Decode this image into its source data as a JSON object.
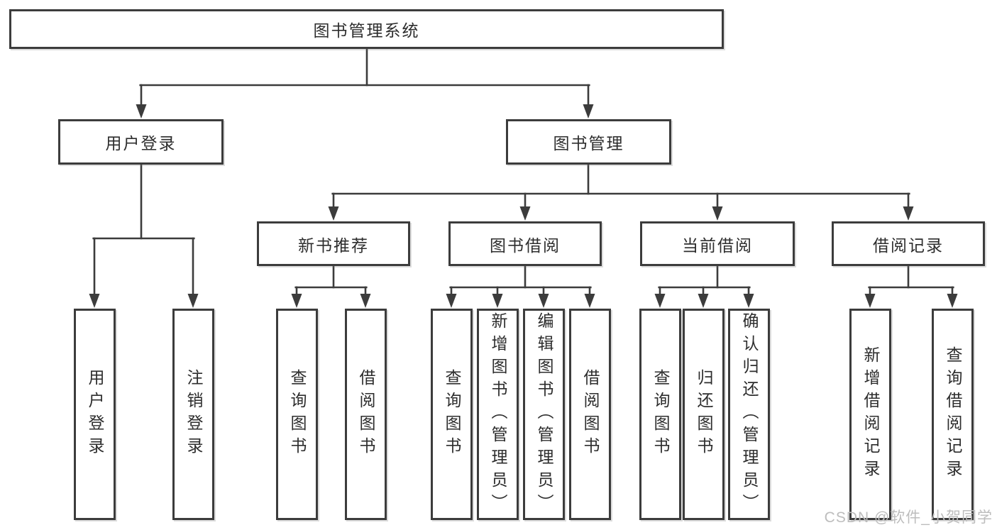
{
  "tree": {
    "label": "图书管理系统",
    "children": [
      {
        "label": "用户登录",
        "children": [
          {
            "label": "用户登录"
          },
          {
            "label": "注销登录"
          }
        ]
      },
      {
        "label": "图书管理",
        "children": [
          {
            "label": "新书推荐",
            "children": [
              {
                "label": "查询图书"
              },
              {
                "label": "借阅图书"
              }
            ]
          },
          {
            "label": "图书借阅",
            "children": [
              {
                "label": "查询图书"
              },
              {
                "label": "新增图书（管理员）"
              },
              {
                "label": "编辑图书（管理员）"
              },
              {
                "label": "借阅图书"
              }
            ]
          },
          {
            "label": "当前借阅",
            "children": [
              {
                "label": "查询图书"
              },
              {
                "label": "归还图书"
              },
              {
                "label": "确认归还（管理员）"
              }
            ]
          },
          {
            "label": "借阅记录",
            "children": [
              {
                "label": "新增借阅记录"
              },
              {
                "label": "查询借阅记录"
              }
            ]
          }
        ]
      }
    ]
  },
  "watermark": {
    "text": "CSDN @软件_小贺同学"
  },
  "colors": {
    "line": "#3c3c3c",
    "text": "#2d2d2d",
    "watermark": "#bdbdbd",
    "background": "#ffffff"
  }
}
